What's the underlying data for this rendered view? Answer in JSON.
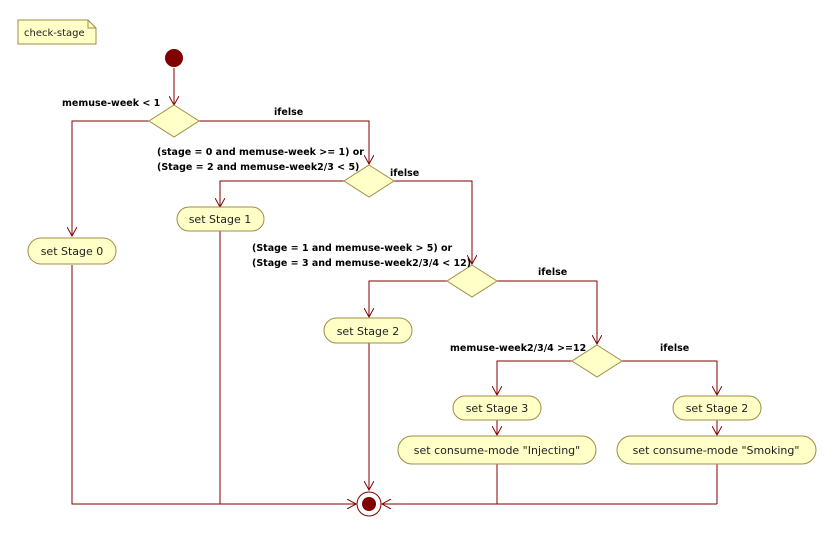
{
  "note": {
    "text": "check-stage"
  },
  "actions": {
    "set_stage_0": "set Stage 0",
    "set_stage_1": "set Stage 1",
    "set_stage_2a": "set Stage 2",
    "set_stage_3": "set Stage 3",
    "set_stage_2b": "set Stage 2",
    "consume_injecting": "set consume-mode \"Injecting\"",
    "consume_smoking": "set consume-mode \"Smoking\""
  },
  "guards": {
    "g1": "memuse-week < 1",
    "e1": "ifelse",
    "g2_line1": "(stage = 0 and memuse-week >= 1) or",
    "g2_line2": "(Stage = 2 and memuse-week2/3 < 5)",
    "e2": "ifelse",
    "g3_line1": "(Stage = 1 and memuse-week > 5) or",
    "g3_line2": "(Stage = 3 and memuse-week2/3/4 < 12)",
    "e3": "ifelse",
    "g4": "memuse-week2/3/4 >=12",
    "e4": "ifelse"
  }
}
